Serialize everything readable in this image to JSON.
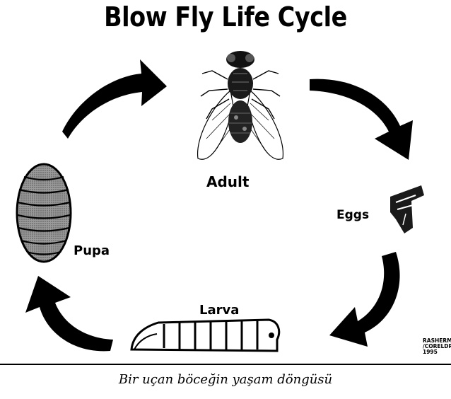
{
  "title": "Blow Fly Life Cycle",
  "stages": {
    "adult": "Adult",
    "eggs": "Eggs",
    "larva": "Larva",
    "pupa": "Pupa"
  },
  "credit": [
    "RASHERMAN",
    "/CORELDRAW",
    "1995"
  ],
  "caption": "Bir uçan böceğin yaşam döngüsü",
  "icons": {
    "adult": "blow-fly-icon",
    "eggs": "egg-cluster-icon",
    "larva": "maggot-icon",
    "pupa": "pupa-icon",
    "arrows": "cycle-arrow-icon"
  },
  "colors": {
    "ink": "#000000",
    "pupa_fill": "#8c8c8c",
    "background": "#ffffff"
  }
}
